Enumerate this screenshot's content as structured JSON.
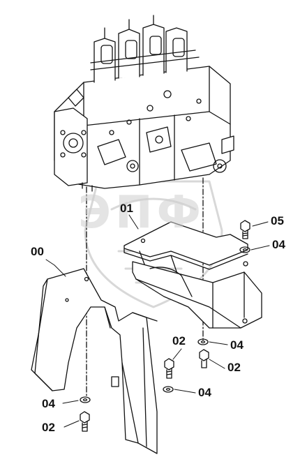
{
  "colors": {
    "ink": "#111111",
    "watermark": "#cfcfcf",
    "background": "#ffffff"
  },
  "watermark": {
    "text": "ЭПФ",
    "icon": "shield-watermark-icon"
  },
  "callouts": {
    "c00": "00",
    "c01": "01",
    "c05": "05",
    "c04_right_top": "04",
    "c04_right_mid": "04",
    "c02_mid_top": "02",
    "c02_mid_right": "02",
    "c04_mid_low": "04",
    "c04_left": "04",
    "c02_left": "02"
  }
}
